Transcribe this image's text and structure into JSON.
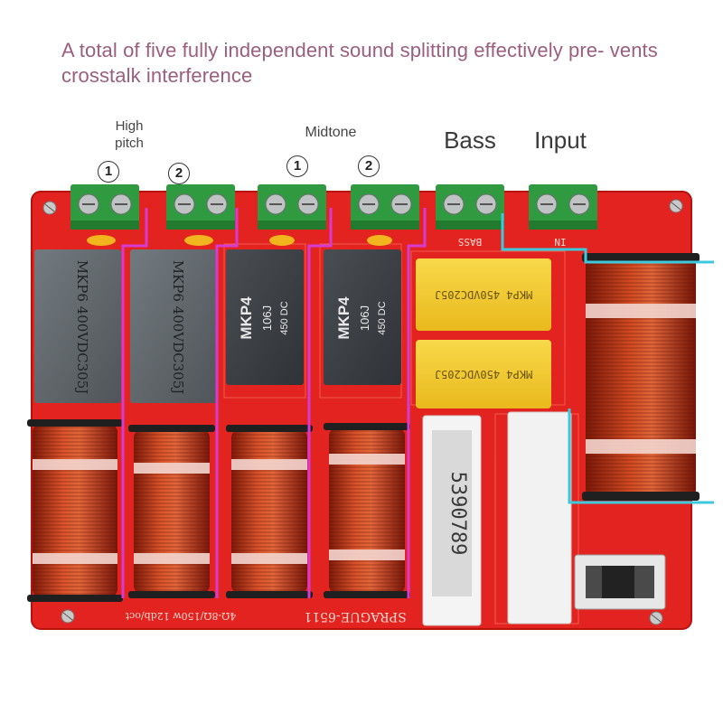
{
  "headline": "A total of five fully independent sound splitting effectively pre- vents crosstalk interference",
  "labels": {
    "high": "High pitch",
    "midtone": "Midtone",
    "bass": "Bass",
    "input": "Input",
    "n1": "1",
    "n2": "2"
  },
  "board": {
    "model": "SPRAGUE-6511",
    "spec": "4Ω-8Ω/150w 12db/oct",
    "cap_large_1": "MKP6 400VDC305J",
    "cap_large_2": "MKP6 400VDC305J",
    "cap_mkp4_line1": "MKP4",
    "cap_mkp4_line2": "106J",
    "cap_mkp4_line3": "450 DC",
    "cap_yellow": "MKP4 450VDC205J",
    "resistor": "5390789",
    "bass_silk": "BASS",
    "input_silk": "IN"
  },
  "colors": {
    "board": "#e3231f",
    "coil": "#c8381a",
    "cap_grey": "#5e6468",
    "cap_dark": "#3c3f44",
    "cap_yellow": "#f3cb2a",
    "terminal": "#2f9a3f",
    "magenta": "#d63bd1",
    "cyan": "#3ec8dc",
    "headline": "#9b5e7f"
  }
}
